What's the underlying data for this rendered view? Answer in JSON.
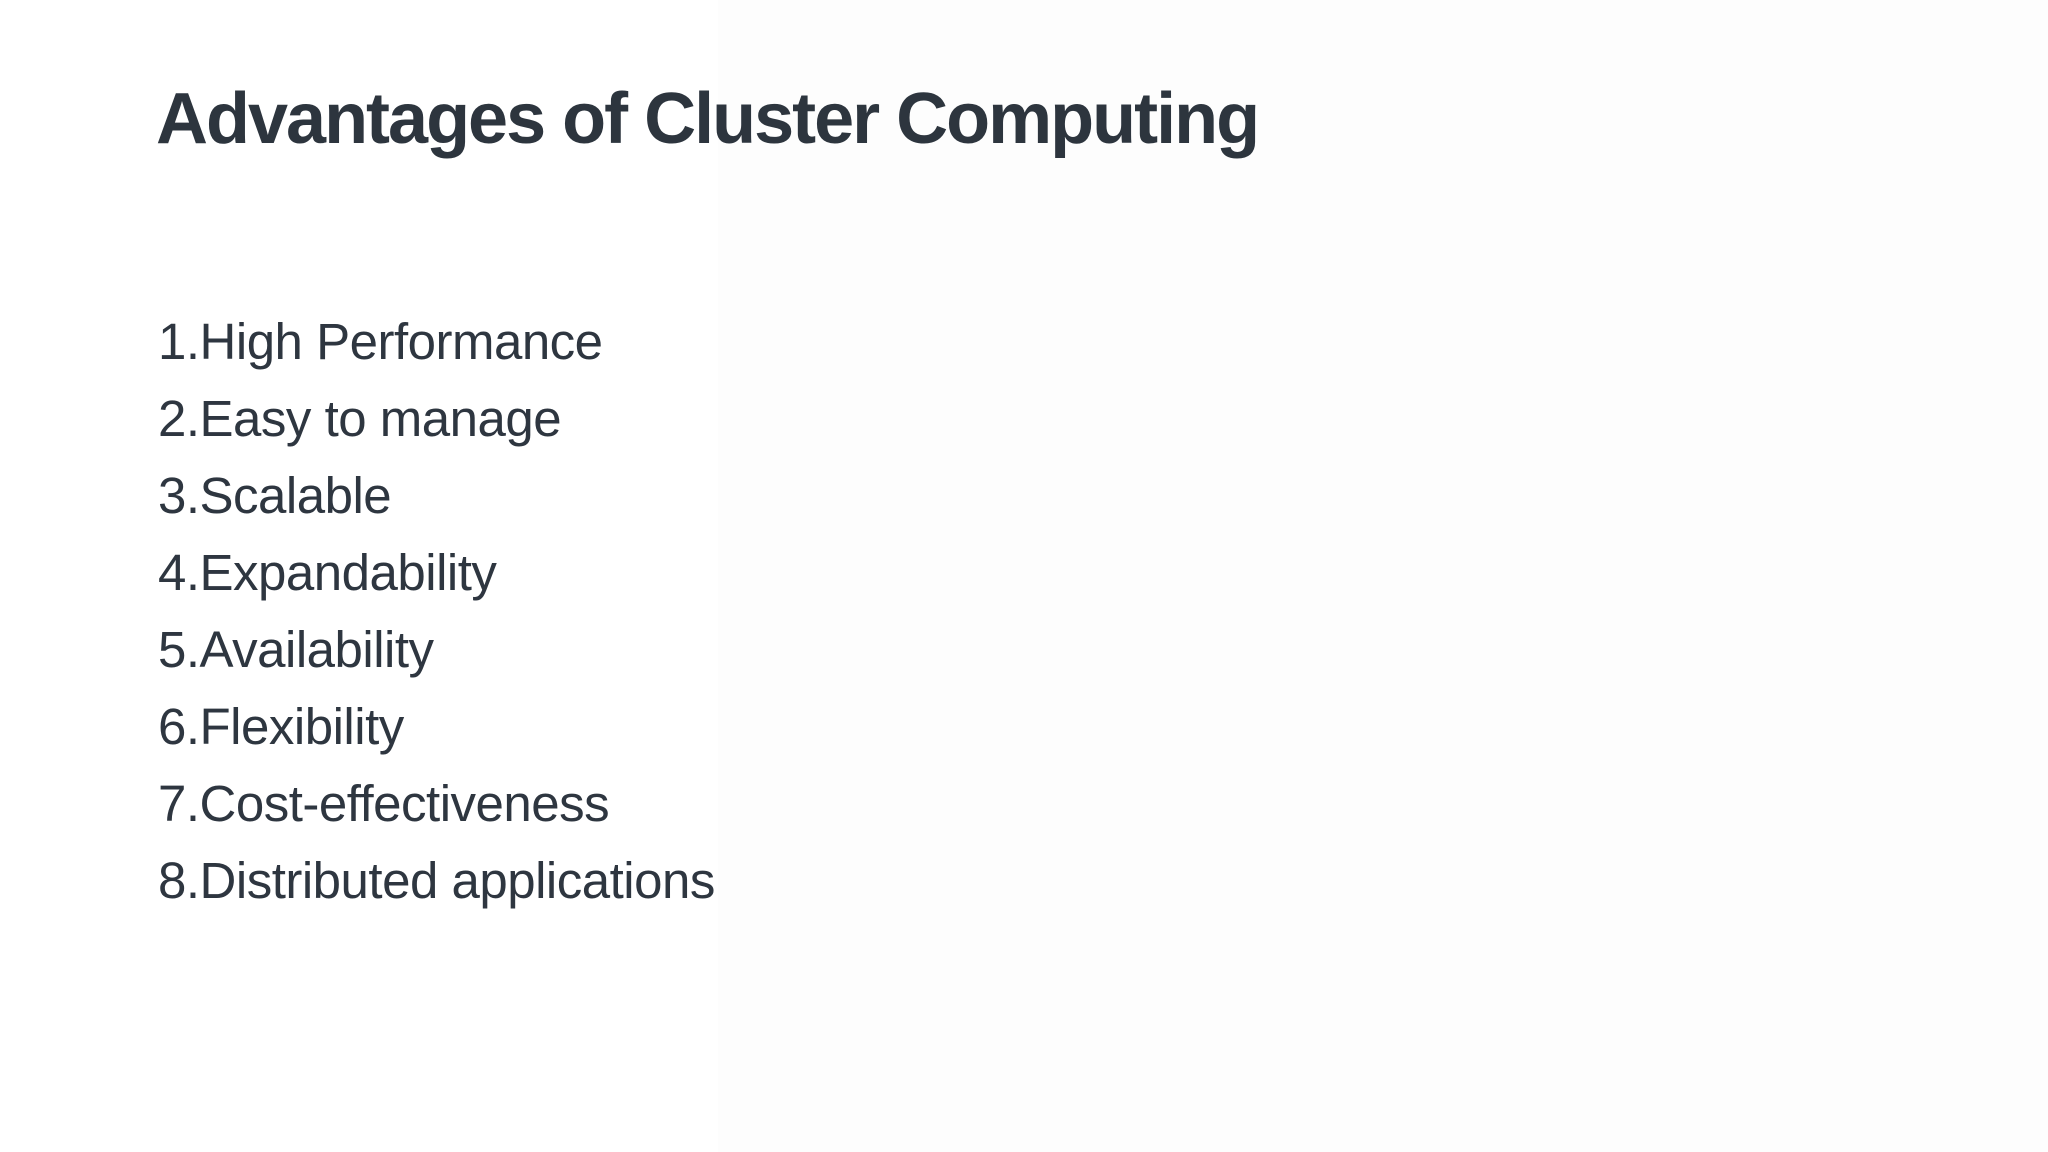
{
  "slide": {
    "title": "Advantages of Cluster Computing",
    "items": [
      "1.High Performance",
      "2.Easy to manage",
      "3.Scalable",
      "4.Expandability",
      "5.Availability",
      "6.Flexibility",
      "7.Cost-effectiveness",
      "8.Distributed applications"
    ]
  }
}
